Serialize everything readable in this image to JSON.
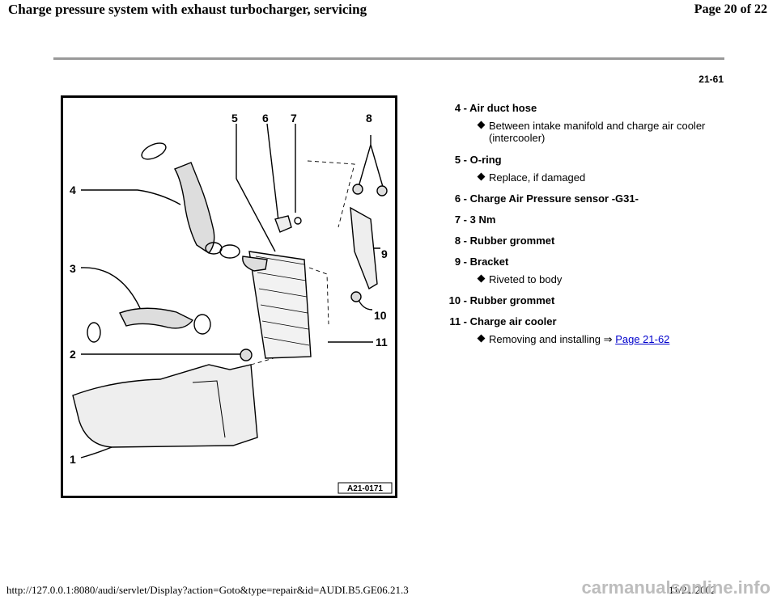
{
  "header": {
    "title": "Charge pressure system with exhaust turbocharger, servicing",
    "page": "Page 20 of 22"
  },
  "page_number": "21-61",
  "figure": {
    "code": "A21-0171",
    "callouts": [
      "1",
      "2",
      "3",
      "4",
      "5",
      "6",
      "7",
      "8",
      "9",
      "10",
      "11"
    ]
  },
  "items": [
    {
      "num": "4 -",
      "title": "Air duct hose",
      "notes": [
        {
          "text": "Between intake manifold and charge air cooler (intercooler)"
        }
      ]
    },
    {
      "num": "5 -",
      "title": "O-ring",
      "notes": [
        {
          "text": "Replace, if damaged"
        }
      ]
    },
    {
      "num": "6 -",
      "title": "Charge Air Pressure sensor -G31-",
      "notes": []
    },
    {
      "num": "7 -",
      "title": "3 Nm",
      "notes": []
    },
    {
      "num": "8 -",
      "title": "Rubber grommet",
      "notes": []
    },
    {
      "num": "9 -",
      "title": "Bracket",
      "notes": [
        {
          "text": "Riveted to body"
        }
      ]
    },
    {
      "num": "10 -",
      "title": "Rubber grommet",
      "notes": []
    },
    {
      "num": "11 -",
      "title": "Charge air cooler",
      "notes": [
        {
          "text": "Removing and installing",
          "arrow": "⇒",
          "link": "Page 21-62"
        }
      ]
    }
  ],
  "footer": {
    "url": "http://127.0.0.1:8080/audi/servlet/Display?action=Goto&type=repair&id=AUDI.B5.GE06.21.3",
    "date": "11/21/2002",
    "watermark": "carmanualsonline.info"
  }
}
